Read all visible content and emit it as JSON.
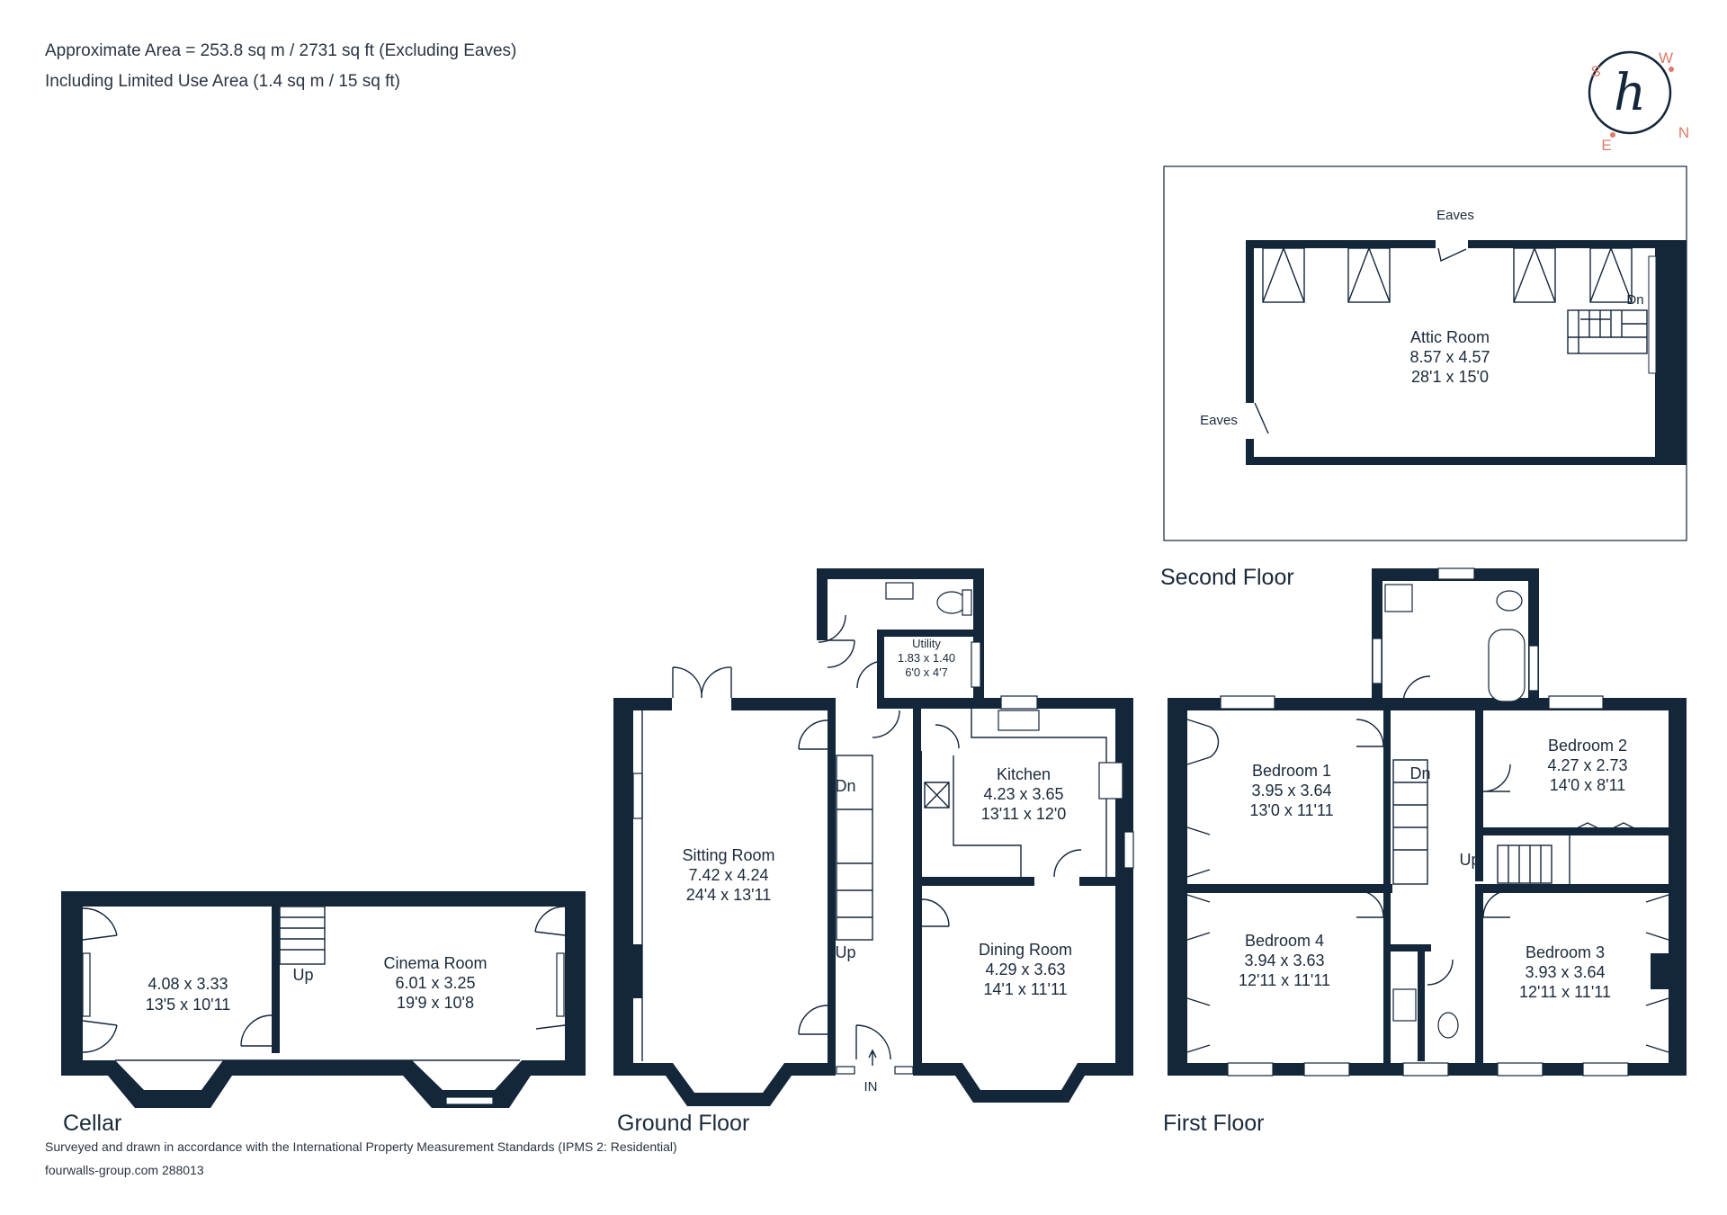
{
  "header": {
    "area_line": "Approximate Area = 253.8 sq m / 2731 sq ft (Excluding Eaves)",
    "limited_line": "Including Limited Use Area (1.4 sq m / 15 sq ft)"
  },
  "footer": {
    "standards_line": "Surveyed and drawn in accordance with the International Property Measurement Standards (IPMS 2: Residential)",
    "ref_line": "fourwalls-group.com 288013"
  },
  "compass": {
    "s": "S",
    "w": "W",
    "e": "E",
    "n": "N",
    "logo": "h",
    "accent_color": "#e07a6a"
  },
  "floors": {
    "cellar": "Cellar",
    "ground": "Ground Floor",
    "first": "First Floor",
    "second": "Second Floor"
  },
  "rooms": {
    "cellar_room": {
      "name": "",
      "metric": "4.08 x 3.33",
      "imperial": "13'5 x 10'11"
    },
    "cinema": {
      "name": "Cinema Room",
      "metric": "6.01 x 3.25",
      "imperial": "19'9 x 10'8"
    },
    "sitting": {
      "name": "Sitting Room",
      "metric": "7.42 x 4.24",
      "imperial": "24'4 x 13'11"
    },
    "kitchen": {
      "name": "Kitchen",
      "metric": "4.23 x 3.65",
      "imperial": "13'11 x 12'0"
    },
    "dining": {
      "name": "Dining Room",
      "metric": "4.29 x 3.63",
      "imperial": "14'1 x 11'11"
    },
    "utility": {
      "name": "Utility",
      "metric": "1.83 x 1.40",
      "imperial": "6'0 x 4'7"
    },
    "bedroom1": {
      "name": "Bedroom 1",
      "metric": "3.95 x 3.64",
      "imperial": "13'0 x 11'11"
    },
    "bedroom2": {
      "name": "Bedroom 2",
      "metric": "4.27 x 2.73",
      "imperial": "14'0 x 8'11"
    },
    "bedroom3": {
      "name": "Bedroom 3",
      "metric": "3.93 x 3.64",
      "imperial": "12'11 x 11'11"
    },
    "bedroom4": {
      "name": "Bedroom 4",
      "metric": "3.94 x 3.63",
      "imperial": "12'11 x 11'11"
    },
    "attic": {
      "name": "Attic Room",
      "metric": "8.57 x 4.57",
      "imperial": "28'1 x 15'0"
    }
  },
  "labels": {
    "up": "Up",
    "dn": "Dn",
    "in": "IN",
    "eaves": "Eaves"
  },
  "colors": {
    "wall": "#13263a",
    "text": "#1b2a3a"
  }
}
